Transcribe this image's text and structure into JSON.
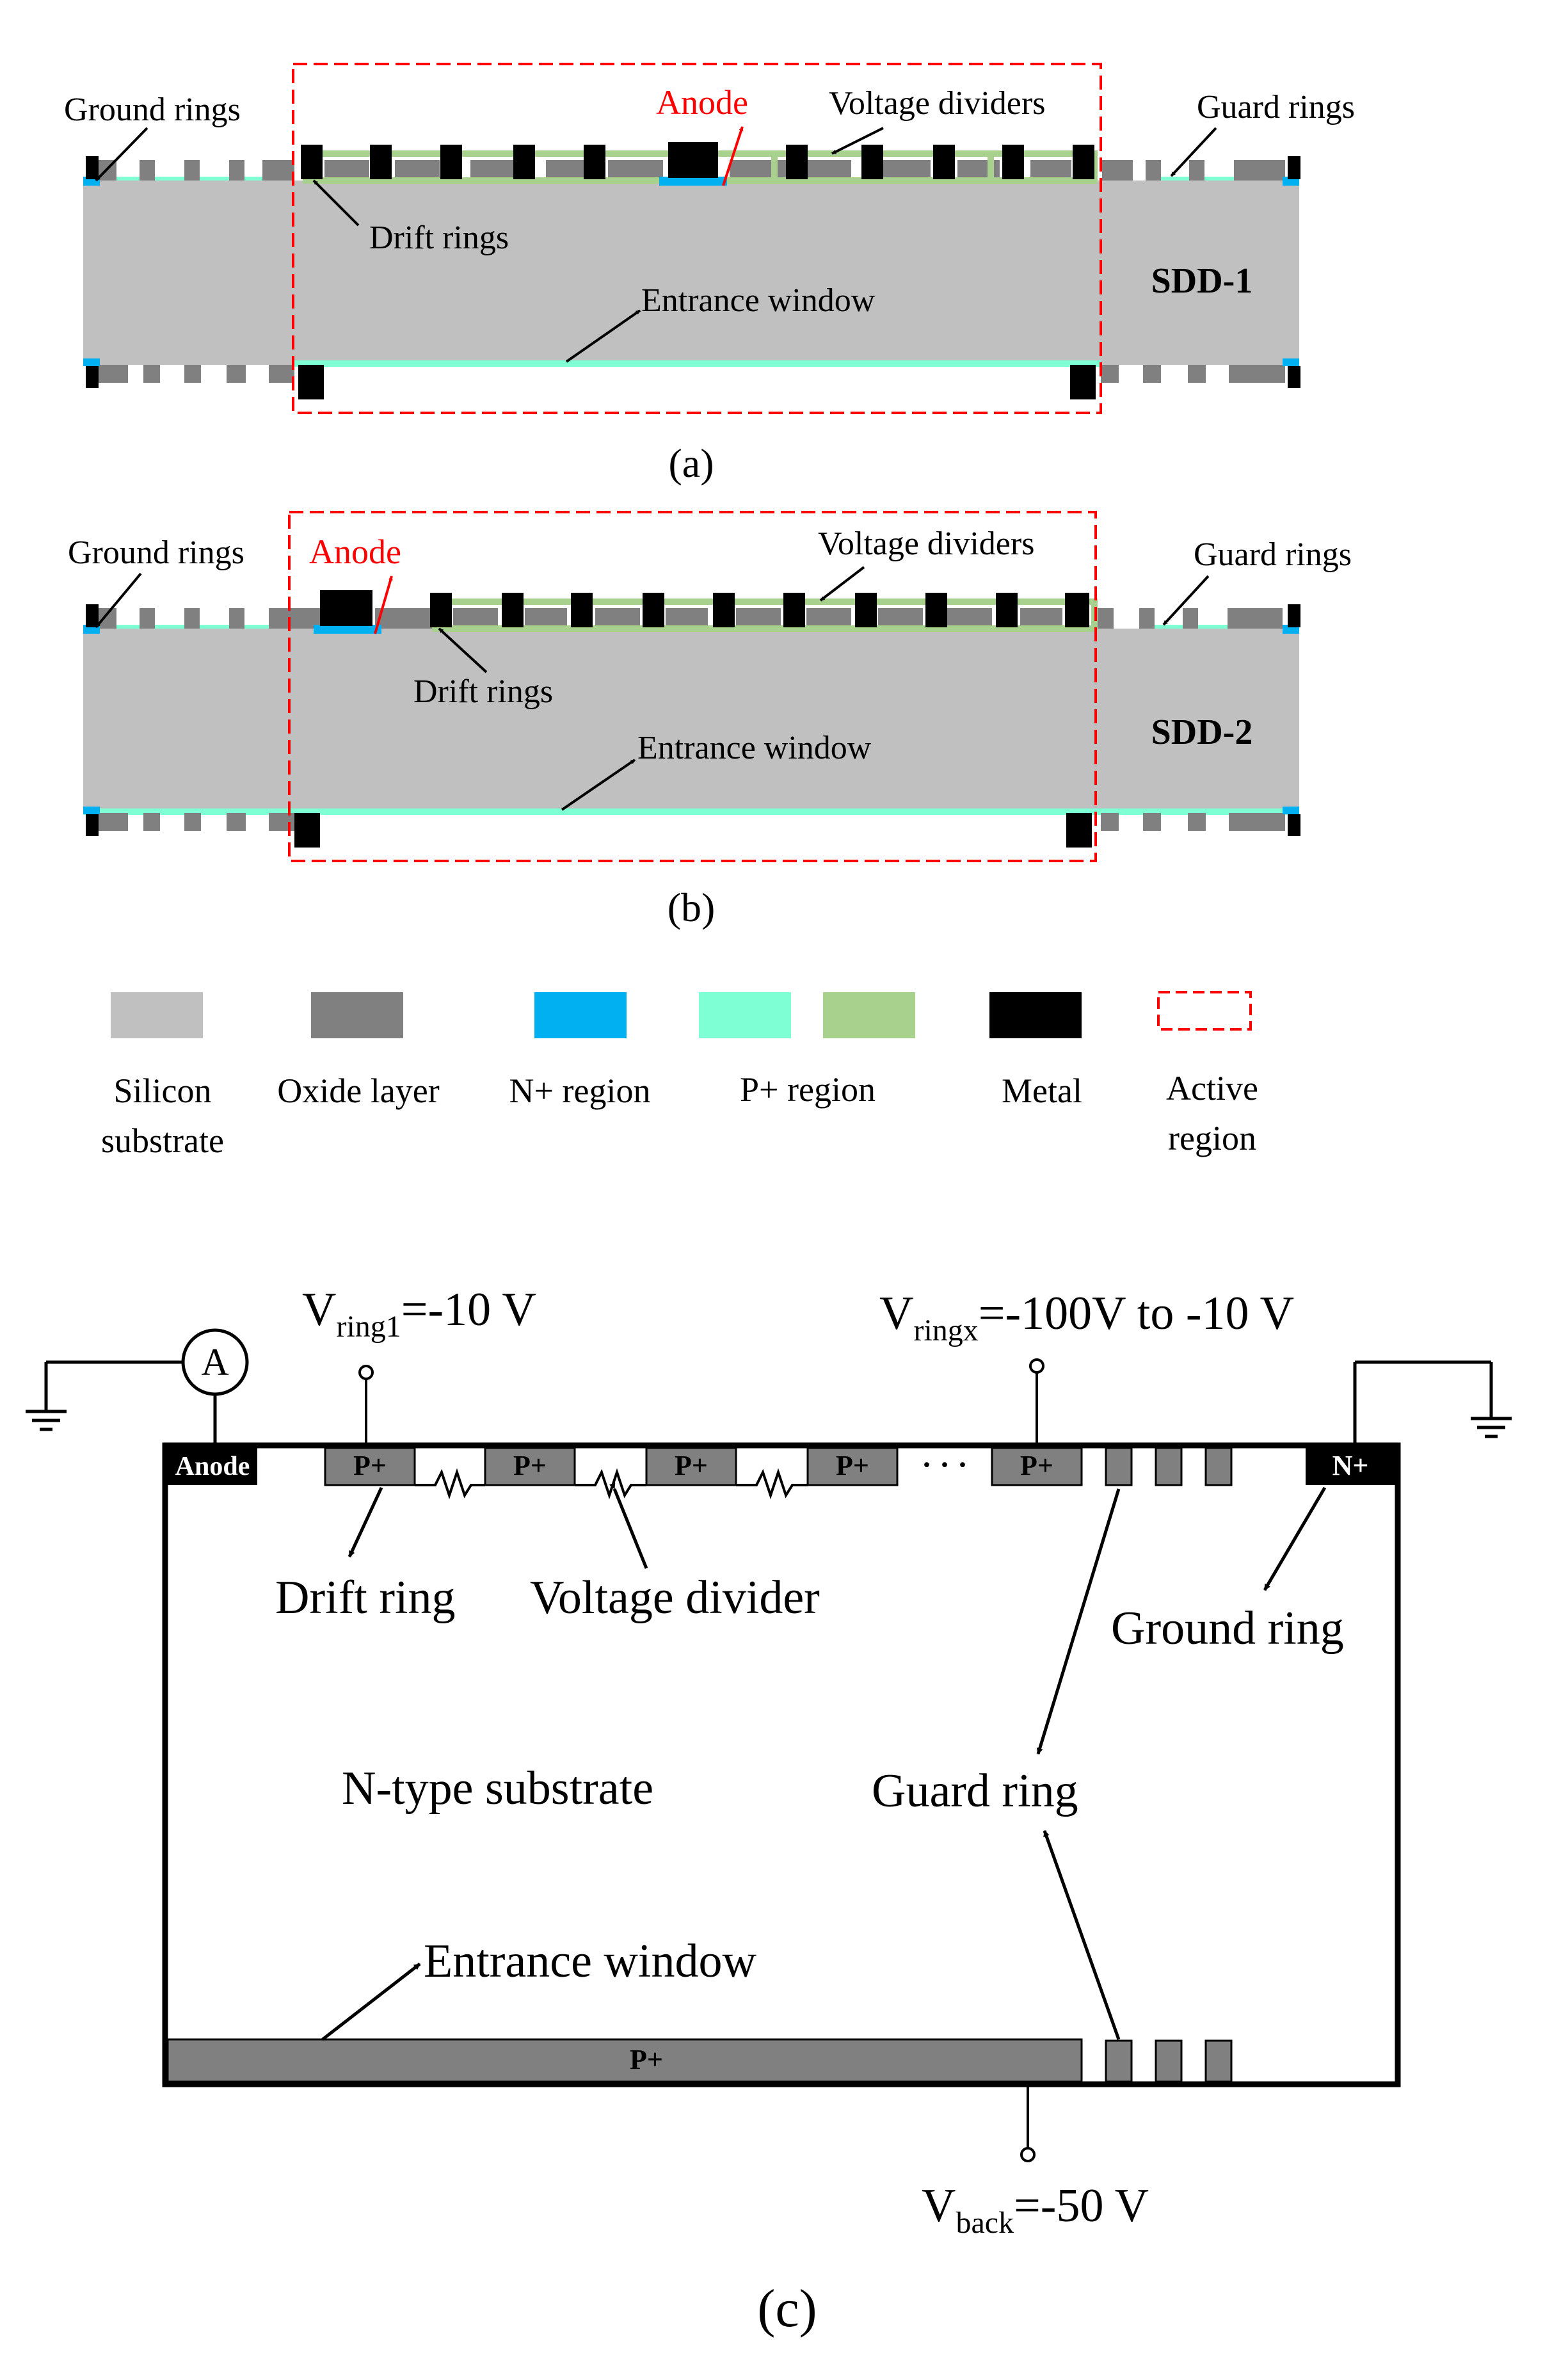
{
  "colors": {
    "silicon": "#c0c0c0",
    "oxide": "#808080",
    "nplus": "#00b0f0",
    "pplus_teal": "#7fffd4",
    "pplus_green": "#a9d18e",
    "metal": "#000000",
    "active": "#ff0000",
    "anode_label": "#ff0000"
  },
  "panel_a": {
    "label_ground": "Ground rings",
    "label_anode": "Anode",
    "label_dividers": "Voltage dividers",
    "label_guard": "Guard rings",
    "label_drift": "Drift rings",
    "label_window": "Entrance window",
    "device": "SDD-1",
    "caption": "(a)"
  },
  "panel_b": {
    "label_ground": "Ground rings",
    "label_anode": "Anode",
    "label_dividers": "Voltage dividers",
    "label_guard": "Guard rings",
    "label_drift": "Drift rings",
    "label_window": "Entrance window",
    "device": "SDD-2",
    "caption": "(b)"
  },
  "legend": [
    {
      "line1": "Silicon",
      "line2": "substrate",
      "swatch": "silicon"
    },
    {
      "line1": "Oxide layer",
      "line2": "",
      "swatch": "oxide"
    },
    {
      "line1": "N+ region",
      "line2": "",
      "swatch": "nplus"
    },
    {
      "line1": "P+ region",
      "line2": "",
      "swatch": "pplus"
    },
    {
      "line1": "Metal",
      "line2": "",
      "swatch": "metal"
    },
    {
      "line1": "Active",
      "line2": "region",
      "swatch": "active"
    }
  ],
  "panel_c": {
    "ammeter": "A",
    "anode": "Anode",
    "nplus": "N+",
    "pplus": "P+",
    "dots": "· · ·",
    "vring1_main": "V",
    "vring1_sub": "ring1",
    "vring1_val": "=-10 V",
    "vringx_main": "V",
    "vringx_sub": "ringx",
    "vringx_val": "=-100V to -10 V",
    "drift_ring": "Drift ring",
    "voltage_divider": "Voltage divider",
    "ground_ring": "Ground ring",
    "substrate": "N-type substrate",
    "guard_ring": "Guard ring",
    "entrance_window": "Entrance window",
    "back_pplus": "P+",
    "vback_main": "V",
    "vback_sub": "back",
    "vback_val": "=-50 V",
    "caption": "(c)"
  }
}
